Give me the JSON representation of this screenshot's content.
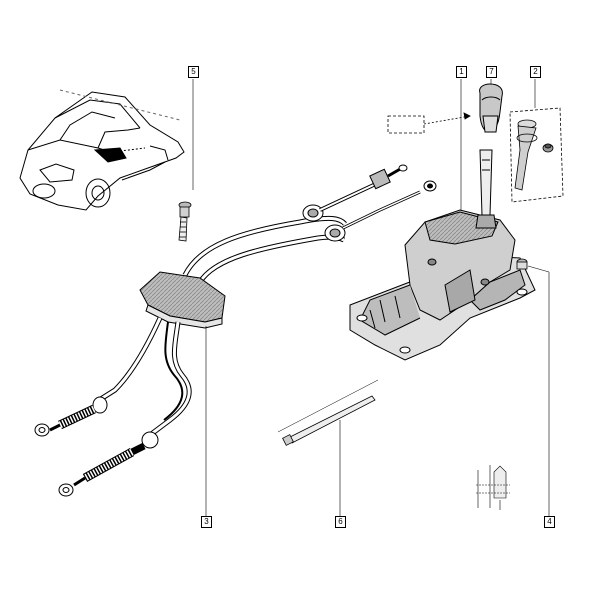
{
  "callouts": {
    "c5": "5",
    "c1": "1",
    "c7": "7",
    "c2": "2",
    "c3": "3",
    "c6": "6",
    "c4": "4"
  },
  "colors": {
    "line": "#000000",
    "shade": "#9a9a9a",
    "light_shade": "#d6d6d6",
    "highlight": "#ffffff",
    "background": "#ffffff"
  }
}
